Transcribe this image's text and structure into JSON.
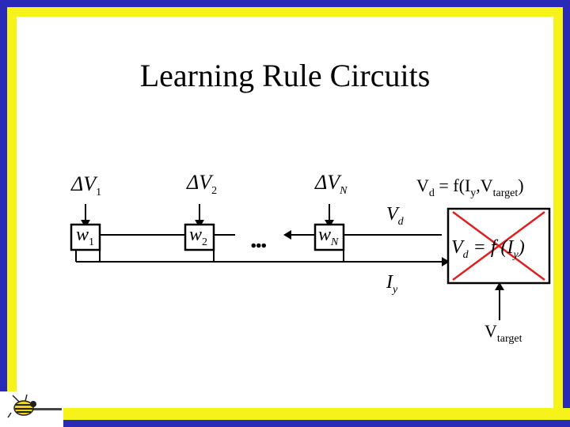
{
  "slide": {
    "title": "Learning Rule Circuits",
    "frame_colors": {
      "outer": "#2a2ab8",
      "inner": "#f7f21a",
      "base": "#ffffff"
    }
  },
  "diagram": {
    "delta_v": [
      {
        "symbol": "ΔV",
        "sub": "1"
      },
      {
        "symbol": "ΔV",
        "sub": "2"
      },
      {
        "symbol": "ΔV",
        "sub": "N"
      }
    ],
    "weights": [
      {
        "symbol": "w",
        "sub": "1"
      },
      {
        "symbol": "w",
        "sub": "2"
      },
      {
        "symbol": "w",
        "sub": "N"
      }
    ],
    "ellipsis": "...",
    "vd_label": {
      "symbol": "V",
      "sub": "d"
    },
    "iy_label": {
      "symbol": "I",
      "sub": "y"
    },
    "equation": {
      "lhs": "V",
      "lhs_sub": "d",
      "mid": " = f(I",
      "mid_sub": "y",
      "comma": ",V",
      "end_sub": "target",
      "close": ")"
    },
    "box_formula": {
      "v": "V",
      "v_sub": "d",
      "rest": " = f (I",
      "i_sub": "y",
      "close": ")"
    },
    "vtarget": {
      "symbol": "V",
      "sub": "target"
    },
    "cross_color": "#e02020"
  },
  "logo": {
    "icon": "hornet-logo-icon"
  }
}
